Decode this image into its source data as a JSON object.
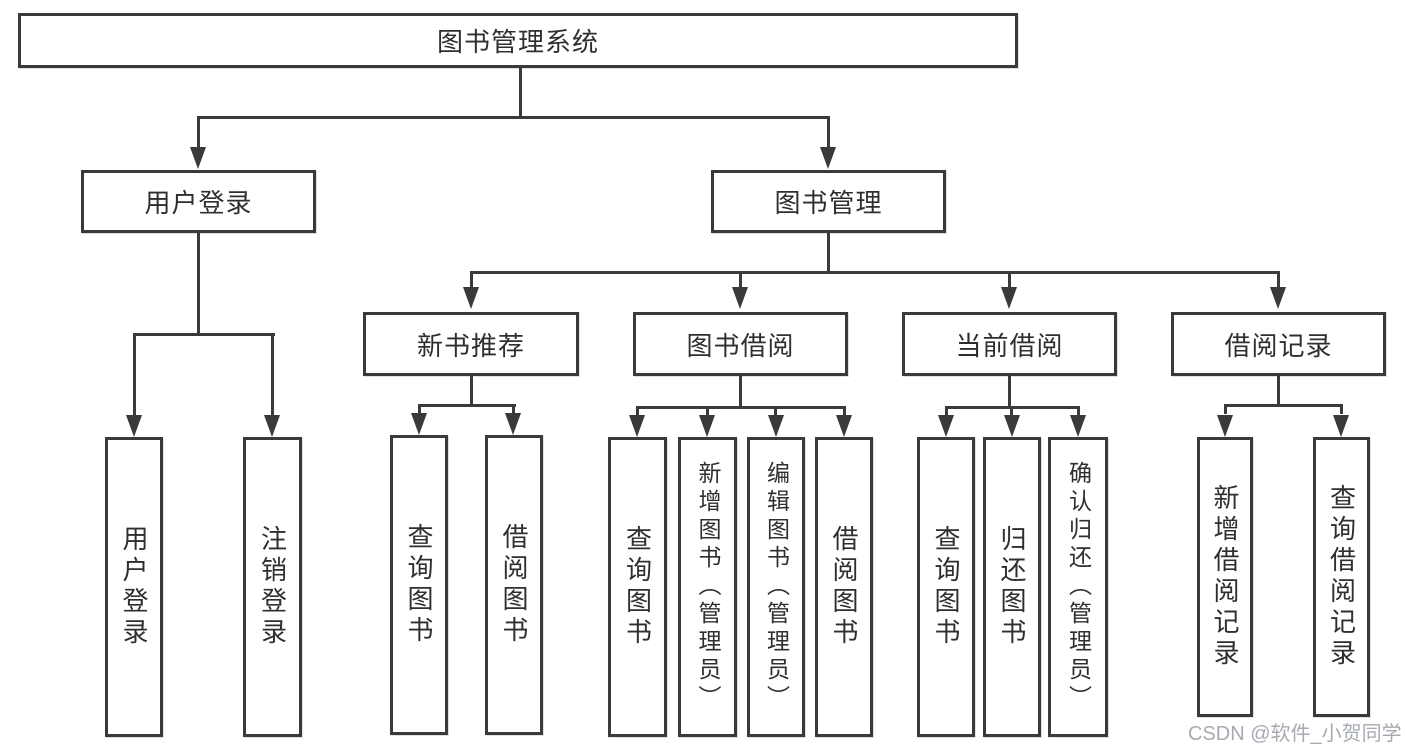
{
  "diagram": {
    "root": "图书管理系统",
    "level2": [
      "用户登录",
      "图书管理"
    ],
    "level3": [
      "新书推荐",
      "图书借阅",
      "当前借阅",
      "借阅记录"
    ],
    "login_leaves": [
      "用户登录",
      "注销登录"
    ],
    "recommend_leaves": [
      "查询图书",
      "借阅图书"
    ],
    "borrow_leaves": [
      "查询图书",
      "新增图书（管理员）",
      "编辑图书（管理员）",
      "借阅图书"
    ],
    "current_leaves": [
      "查询图书",
      "归还图书",
      "确认归还（管理员）"
    ],
    "record_leaves": [
      "新增借阅记录",
      "查询借阅记录"
    ]
  },
  "watermark": "CSDN @软件_小贺同学",
  "colors": {
    "line": "#3a3a3a",
    "text": "#2f2f2f",
    "watermark": "#a6abb2",
    "background": "#ffffff"
  }
}
